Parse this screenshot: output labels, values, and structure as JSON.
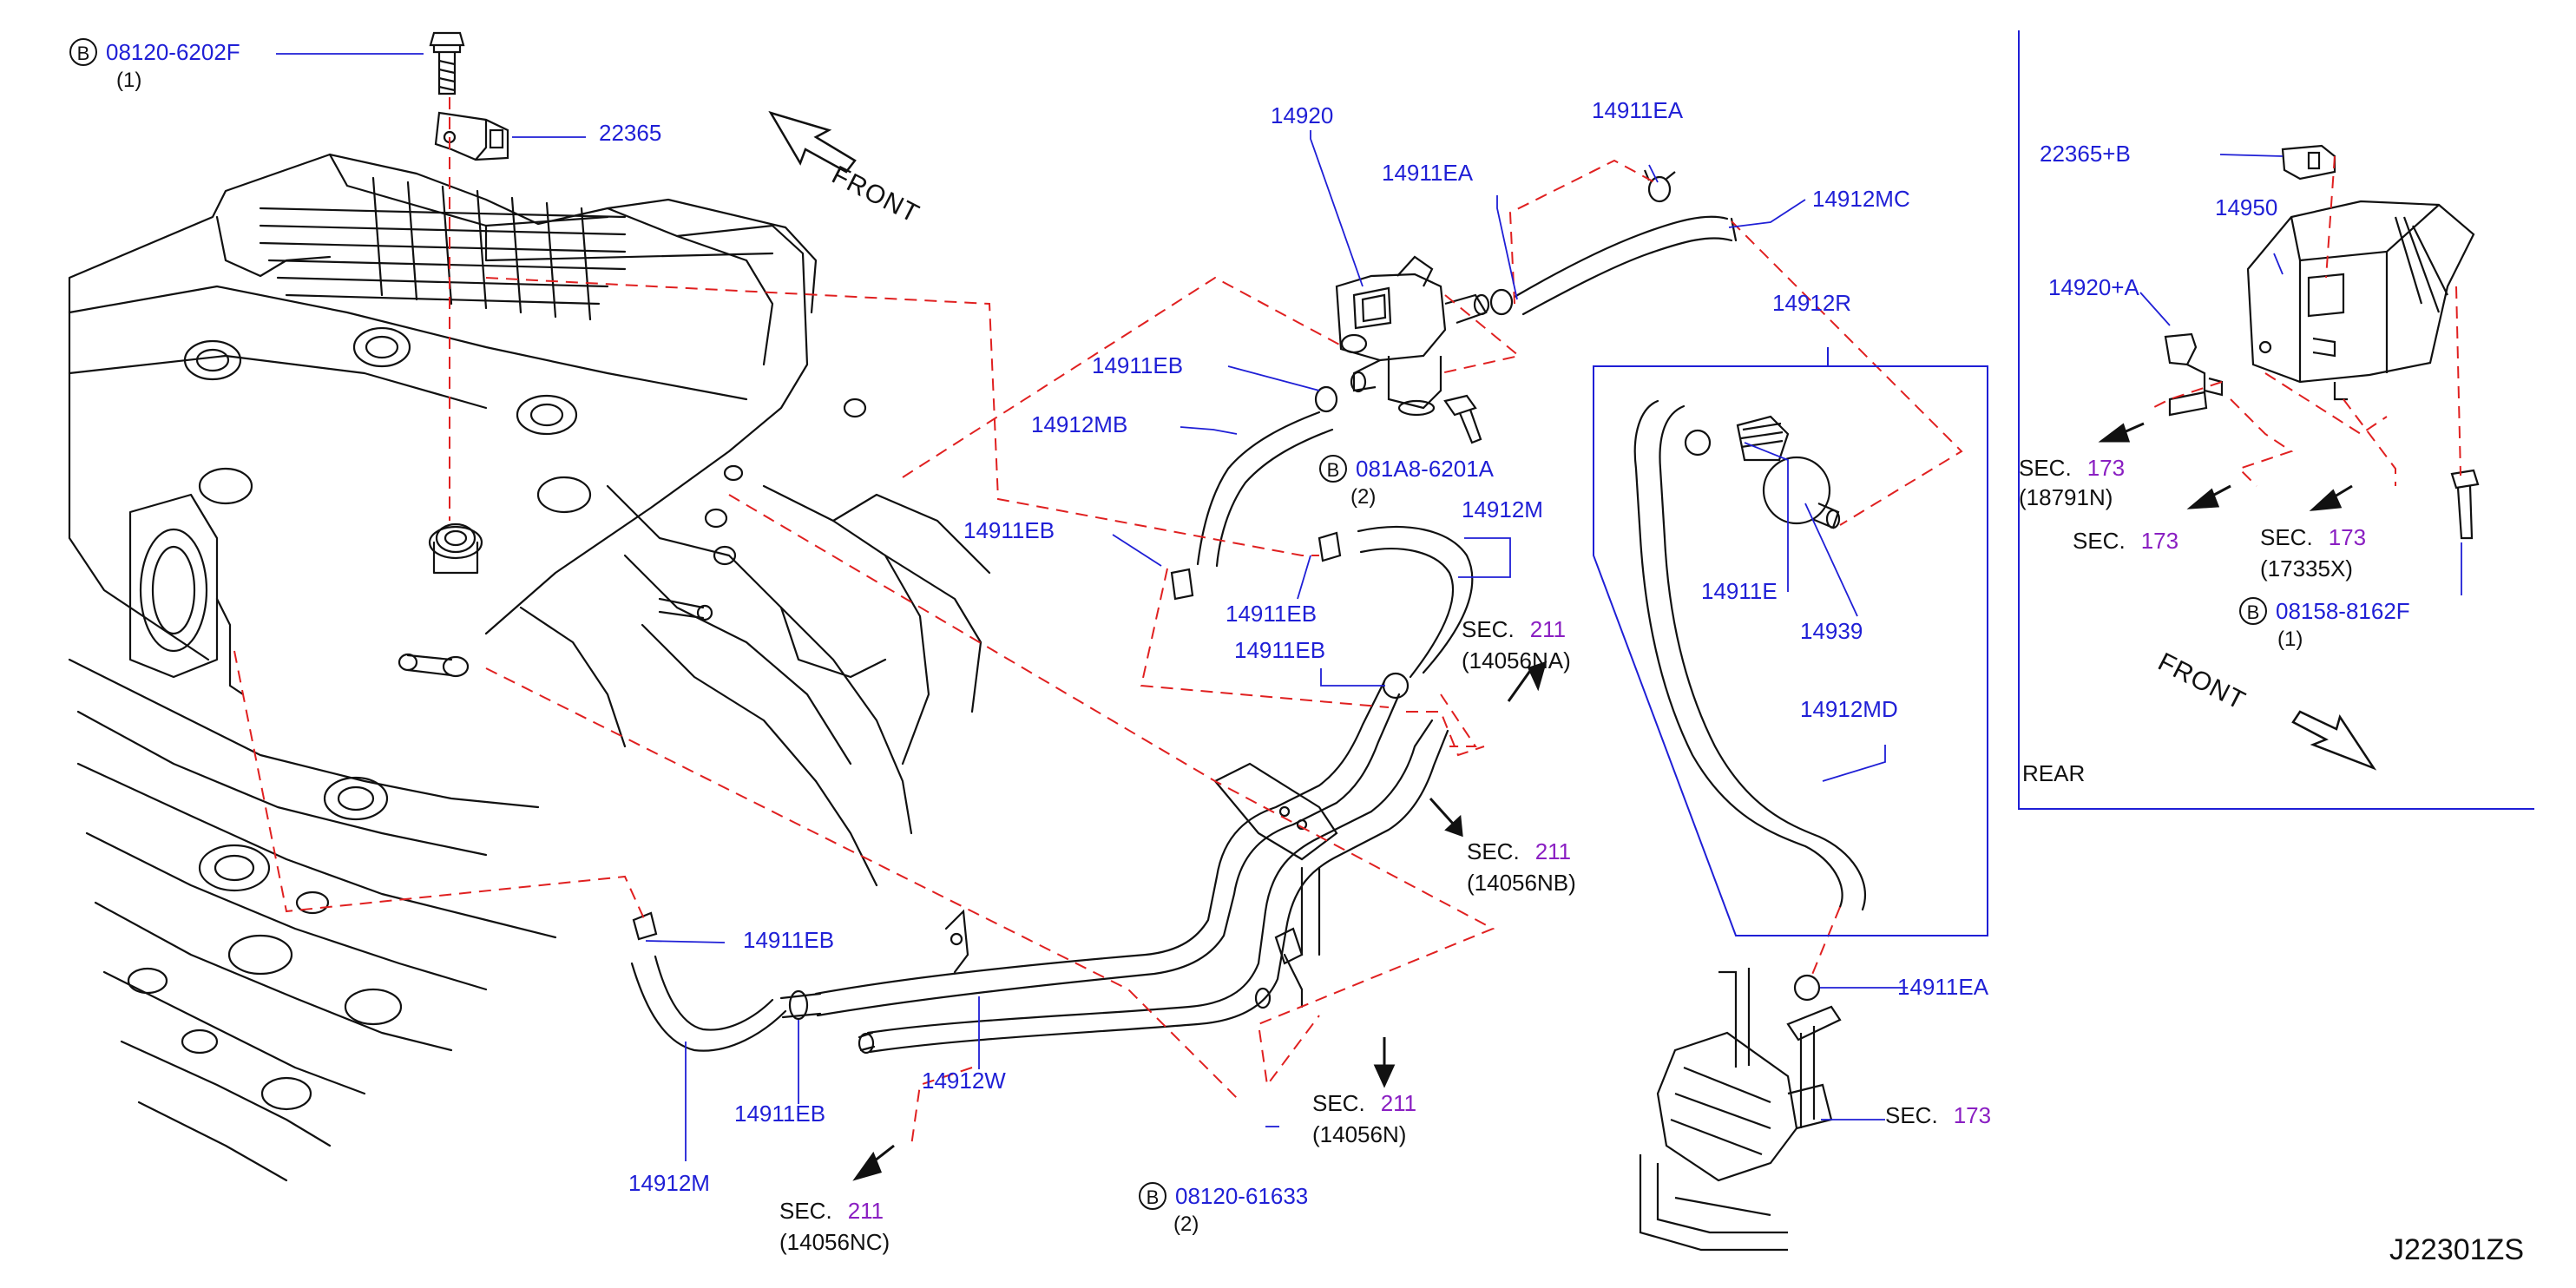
{
  "diagram": {
    "reference": "J22301ZS",
    "front_main": "FRONT",
    "front_inset": "FRONT",
    "rear_label": "REAR",
    "sec_word": "SEC.",
    "colors": {
      "part_number": "#1f1fd6",
      "section_number": "#8a1fc2",
      "leader_dashed": "#e02020",
      "linework": "#111111"
    },
    "parts": {
      "p_08120_6202F": {
        "circle": "B",
        "number": "08120-6202F",
        "qty": "(1)"
      },
      "p_22365": "22365",
      "p_14920": "14920",
      "p_14911EA_top": "14911EA",
      "p_14911EA_mid": "14911EA",
      "p_14912MC": "14912MC",
      "p_14911EB_1": "14911EB",
      "p_14912MB": "14912MB",
      "p_081A8_6201A": {
        "circle": "B",
        "number": "081A8-6201A",
        "qty": "(2)"
      },
      "p_14912M_upper": "14912M",
      "p_14911EB_2": "14911EB",
      "p_14911EB_3": "14911EB",
      "p_14911EB_4": "14911EB",
      "p_14912R": "14912R",
      "p_14911E": "14911E",
      "p_14939": "14939",
      "p_14912MD": "14912MD",
      "p_14911EB_5": "14911EB",
      "p_14911EB_6": "14911EB",
      "p_14912W": "14912W",
      "p_14912M_lower": "14912M",
      "p_08120_61633": {
        "circle": "B",
        "number": "08120-61633",
        "qty": "(2)"
      },
      "p_14911EA_low": "14911EA",
      "p_22365B": "22365+B",
      "p_14950": "14950",
      "p_14920A": "14920+A",
      "p_08158_8162F": {
        "circle": "B",
        "number": "08158-8162F",
        "qty": "(1)"
      }
    },
    "sections": {
      "s_211_NA": {
        "num": "211",
        "sub": "(14056NA)"
      },
      "s_211_NB": {
        "num": "211",
        "sub": "(14056NB)"
      },
      "s_211_N": {
        "num": "211",
        "sub": "(14056N)"
      },
      "s_211_NC": {
        "num": "211",
        "sub": "(14056NC)"
      },
      "s_173_low": {
        "num": "173"
      },
      "s_173_18791N": {
        "num": "173",
        "sub": "(18791N)"
      },
      "s_173_plain": {
        "num": "173"
      },
      "s_173_17335X": {
        "num": "173",
        "sub": "(17335X)"
      }
    }
  }
}
